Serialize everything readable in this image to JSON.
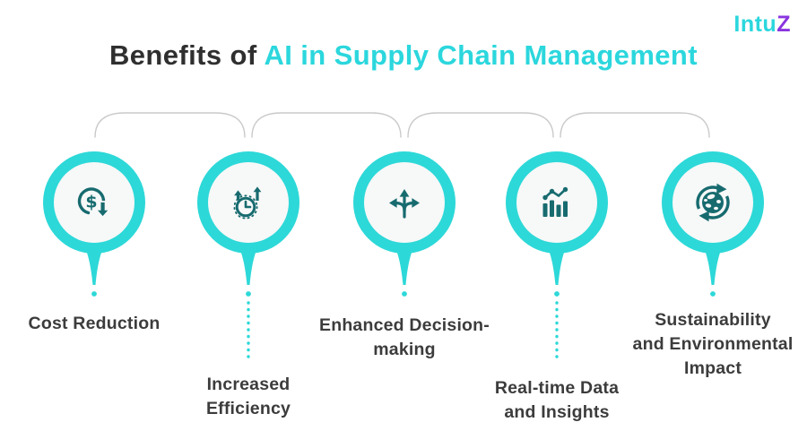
{
  "colors": {
    "accent_cyan": "#2BD7DD",
    "ring_cyan": "#2DD8D8",
    "icon_teal": "#176B6F",
    "title_dark": "#2F2F2F",
    "label_gray": "#3C3C3C",
    "arc_gray": "#C9C9C9",
    "logo_purple": "#8A35DF",
    "inner_circle": "#F7F8F8",
    "background": "#FFFFFF"
  },
  "header": {
    "title_prefix": "Benefits of ",
    "title_highlight": "AI in Supply Chain Management",
    "logo_main": "Intu",
    "logo_accent": "Z"
  },
  "items": [
    {
      "id": "cost-reduction",
      "label": "Cost Reduction",
      "icon": "dollar-decrease-icon",
      "tail": "short"
    },
    {
      "id": "increased-efficiency",
      "label": "Increased\nEfficiency",
      "icon": "clock-arrows-up-icon",
      "tail": "dotted"
    },
    {
      "id": "enhanced-decision-making",
      "label": "Enhanced Decision-\nmaking",
      "icon": "three-way-arrow-icon",
      "tail": "short"
    },
    {
      "id": "real-time-data-insights",
      "label": "Real-time Data\nand Insights",
      "icon": "bar-line-chart-icon",
      "tail": "dotted"
    },
    {
      "id": "sustainability-impact",
      "label": "Sustainability\nand Environmental\nImpact",
      "icon": "globe-recycle-icon",
      "tail": "short"
    }
  ]
}
